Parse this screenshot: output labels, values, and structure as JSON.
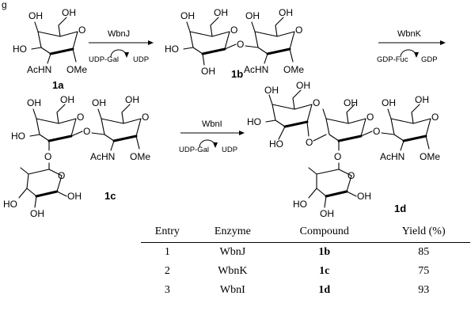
{
  "figure_label": "g",
  "compounds": {
    "c1a": "1a",
    "c1b": "1b",
    "c1c": "1c",
    "c1d": "1d"
  },
  "groups": {
    "oh": "OH",
    "ho": "HO",
    "achn": "AcHN",
    "ome": "OMe",
    "o": "O"
  },
  "reactions": [
    {
      "enzyme": "WbnJ",
      "donor": "UDP-Gal",
      "byproduct": "UDP"
    },
    {
      "enzyme": "WbnK",
      "donor": "GDP-Fuc",
      "byproduct": "GDP"
    },
    {
      "enzyme": "WbnI",
      "donor": "UDP-Gal",
      "byproduct": "UDP"
    }
  ],
  "table": {
    "headers": [
      "Entry",
      "Enzyme",
      "Compound",
      "Yield (%)"
    ],
    "rows": [
      {
        "entry": "1",
        "enzyme": "WbnJ",
        "compound": "1b",
        "yield": "85"
      },
      {
        "entry": "2",
        "enzyme": "WbnK",
        "compound": "1c",
        "yield": "75"
      },
      {
        "entry": "3",
        "enzyme": "WbnI",
        "compound": "1d",
        "yield": "93"
      }
    ]
  }
}
